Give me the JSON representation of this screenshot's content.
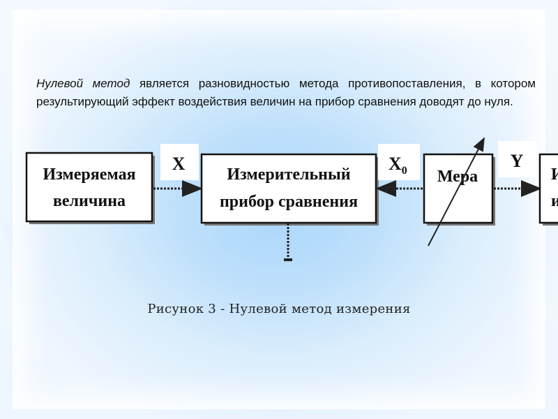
{
  "intro": {
    "term": "Нулевой  метод",
    "rest": " является разновидностью метода противопоставления, в котором результирующий эффект воздействия величин на прибор сравнения доводят до нуля."
  },
  "blocks": {
    "measured": [
      "Измеряемая",
      "величина"
    ],
    "comparator": [
      "Измерительный",
      "прибор сравнения"
    ],
    "measure": "Мера",
    "output_partial": [
      "И",
      "и"
    ]
  },
  "signals": {
    "x": "X",
    "x0_main": "X",
    "x0_sub": "0",
    "y": "Y"
  },
  "caption": "Рисунок 3 - Нулевой метод измерения"
}
